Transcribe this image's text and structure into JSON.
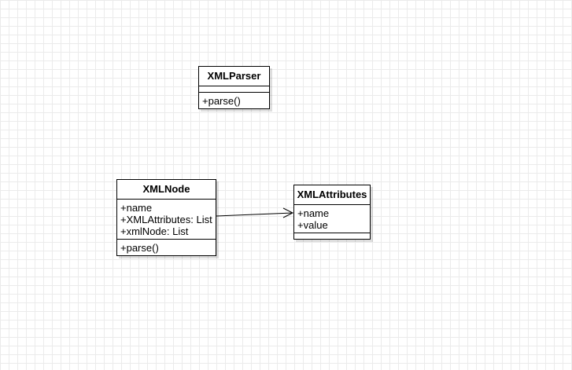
{
  "diagram": {
    "classes": [
      {
        "id": "xmlparser",
        "name": "XMLParser",
        "attributes": [],
        "methods": [
          "+parse()"
        ]
      },
      {
        "id": "xmlnode",
        "name": "XMLNode",
        "attributes": [
          "+name",
          "+XMLAttributes: List",
          "+xmlNode: List"
        ],
        "methods": [
          "+parse()"
        ]
      },
      {
        "id": "xmlattributes",
        "name": "XMLAttributes",
        "attributes": [
          "+name",
          "+value"
        ],
        "methods": []
      }
    ],
    "relations": [
      {
        "from": "XMLNode",
        "to": "XMLAttributes",
        "type": "association",
        "arrowhead": "open"
      }
    ]
  }
}
